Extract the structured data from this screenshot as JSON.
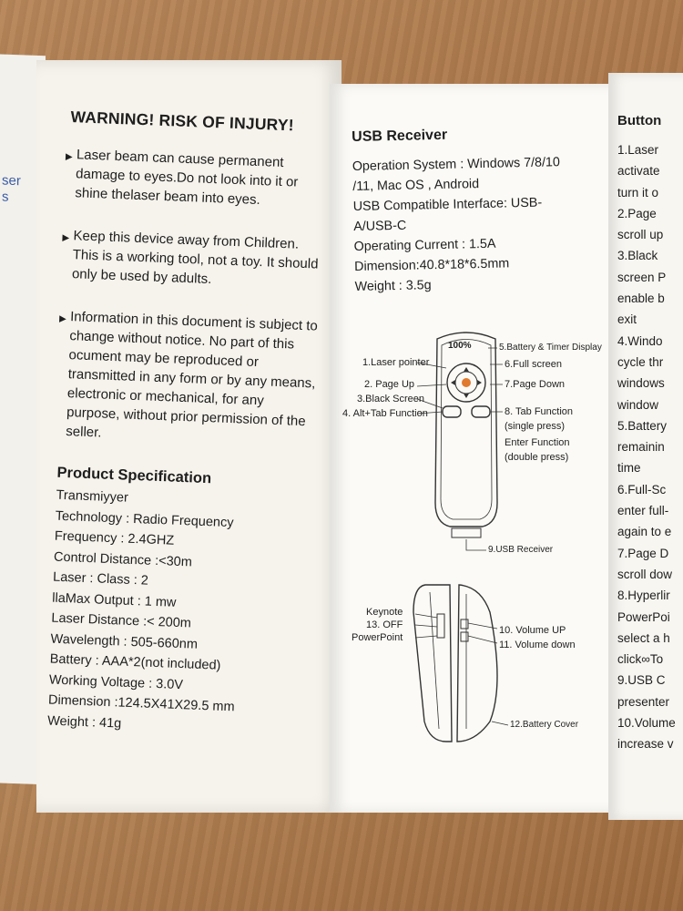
{
  "left_fragment": [
    "ser",
    "s"
  ],
  "warning": {
    "title": "WARNING! RISK OF INJURY!",
    "bullets": [
      "Laser beam can cause permanent damage to eyes.Do not look into it or shine thelaser beam into eyes.",
      "Keep this device away from Children. This is a working tool, not a toy. It should only be used by adults.",
      "Information in this document is subject to change without notice. No part of this ocument may be reproduced or transmitted in any form or by any means, electronic or mechanical, for any purpose, without prior permission of the seller."
    ]
  },
  "product_spec": {
    "title": "Product Specification",
    "lines": [
      "Transmiyyer",
      "Technology : Radio Frequency",
      "Frequency : 2.4GHZ",
      "Control Distance :<30m",
      "Laser : Class :  2",
      "llaMax Output : 1 mw",
      "Laser Distance :< 200m",
      "Wavelength : 505-660nm",
      "Battery : AAA*2(not included)",
      "Working Voltage : 3.0V",
      "Dimension :124.5X41X29.5 mm",
      "Weight : 41g"
    ]
  },
  "usb_receiver": {
    "title": "USB Receiver",
    "lines": [
      "Operation System : Windows 7/8/10",
      "/11, Mac OS , Android",
      "USB Compatible Interface: USB-",
      "A/USB-C",
      "Operating Current : 1.5A",
      "Dimension:40.8*18*6.5mm",
      "Weight : 3.5g"
    ]
  },
  "diagram": {
    "display_text": "100%",
    "labels": {
      "l1": "1.Laser pointer",
      "l2": "2. Page Up",
      "l3": "3.Black Screen",
      "l4": "4. Alt+Tab Function",
      "l5": "5.Battery & Timer Display",
      "l6": "6.Full screen",
      "l7": "7.Page Down",
      "l8a": "8. Tab Function",
      "l8b": "(single press)",
      "l8c": "Enter Function",
      "l8d": "(double press)",
      "l9": "9.USB Receiver",
      "keynote": "Keynote",
      "off": "13. OFF",
      "powerpoint": "PowerPoint",
      "l10": "10. Volume UP",
      "l11": "11. Volume down",
      "l12": "12.Battery Cover"
    }
  },
  "buttons_panel": {
    "title": "Button",
    "lines": [
      "1.Laser",
      "activate",
      "turn it o",
      "2.Page",
      "scroll up",
      "3.Black",
      "screen P",
      "enable b",
      "exit",
      "4.Windo",
      "cycle thr",
      "windows",
      "window",
      "5.Battery",
      "remainin",
      "time",
      "6.Full-Sc",
      "enter full-",
      "again to e",
      "7.Page D",
      "scroll dow",
      "8.Hyperlir",
      "PowerPoi",
      "select a h",
      "click∞To",
      "9.USB C",
      "presenter",
      "10.Volume",
      "increase v"
    ]
  }
}
